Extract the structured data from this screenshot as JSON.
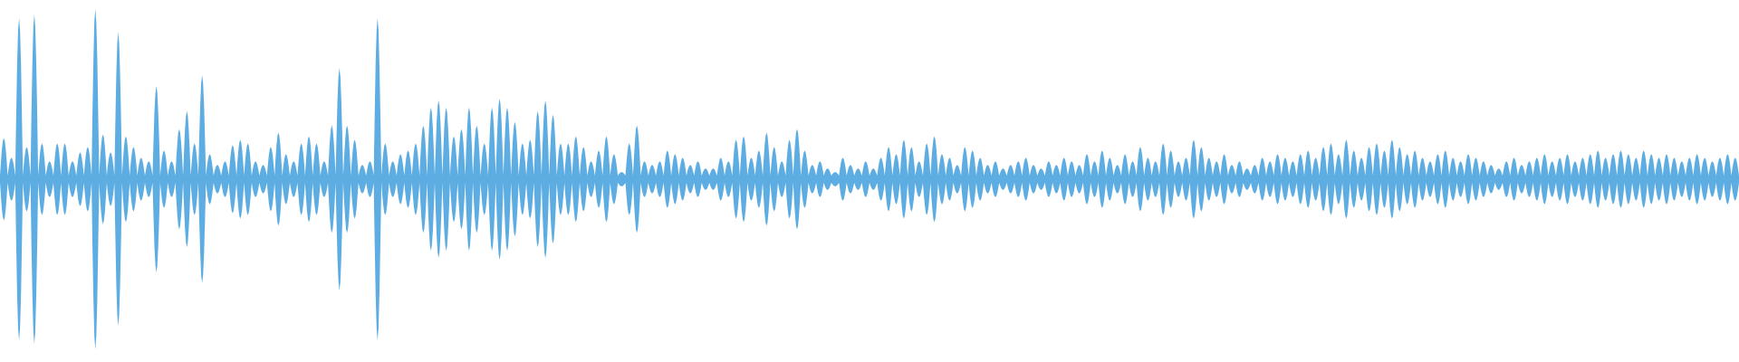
{
  "waveform": {
    "color": "#5DADE2",
    "background": "#ffffff",
    "peaks": [
      0.23,
      0.12,
      0.9,
      0.18,
      0.92,
      0.2,
      0.1,
      0.2,
      0.2,
      0.1,
      0.15,
      0.18,
      0.95,
      0.25,
      0.15,
      0.82,
      0.24,
      0.18,
      0.12,
      0.1,
      0.52,
      0.16,
      0.1,
      0.28,
      0.38,
      0.2,
      0.58,
      0.14,
      0.08,
      0.1,
      0.19,
      0.22,
      0.2,
      0.1,
      0.08,
      0.18,
      0.26,
      0.14,
      0.1,
      0.2,
      0.24,
      0.2,
      0.1,
      0.3,
      0.62,
      0.3,
      0.22,
      0.08,
      0.1,
      0.9,
      0.2,
      0.1,
      0.14,
      0.16,
      0.2,
      0.3,
      0.4,
      0.44,
      0.4,
      0.24,
      0.28,
      0.4,
      0.3,
      0.2,
      0.4,
      0.45,
      0.4,
      0.32,
      0.2,
      0.22,
      0.38,
      0.44,
      0.36,
      0.2,
      0.2,
      0.24,
      0.18,
      0.1,
      0.16,
      0.24,
      0.14,
      0.04,
      0.2,
      0.3,
      0.1,
      0.08,
      0.1,
      0.16,
      0.14,
      0.12,
      0.08,
      0.1,
      0.06,
      0.06,
      0.12,
      0.1,
      0.22,
      0.24,
      0.12,
      0.16,
      0.26,
      0.18,
      0.1,
      0.22,
      0.28,
      0.16,
      0.08,
      0.1,
      0.06,
      0.04,
      0.12,
      0.08,
      0.06,
      0.1,
      0.06,
      0.12,
      0.18,
      0.14,
      0.22,
      0.18,
      0.1,
      0.2,
      0.24,
      0.14,
      0.12,
      0.08,
      0.18,
      0.16,
      0.12,
      0.08,
      0.1,
      0.06,
      0.08,
      0.1,
      0.12,
      0.08,
      0.06,
      0.1,
      0.08,
      0.12,
      0.1,
      0.08,
      0.14,
      0.1,
      0.16,
      0.12,
      0.08,
      0.14,
      0.1,
      0.18,
      0.12,
      0.1,
      0.2,
      0.16,
      0.1,
      0.12,
      0.22,
      0.18,
      0.12,
      0.1,
      0.14,
      0.08,
      0.1,
      0.06,
      0.08,
      0.12,
      0.1,
      0.14,
      0.12,
      0.1,
      0.14,
      0.16,
      0.12,
      0.18,
      0.2,
      0.14,
      0.22,
      0.16,
      0.12,
      0.18,
      0.2,
      0.16,
      0.22,
      0.18,
      0.14,
      0.16,
      0.12,
      0.1,
      0.14,
      0.16,
      0.12,
      0.1,
      0.14,
      0.12,
      0.1,
      0.08,
      0.06,
      0.1,
      0.12,
      0.08,
      0.1,
      0.12,
      0.14,
      0.1,
      0.12,
      0.14,
      0.1,
      0.12,
      0.14,
      0.16,
      0.12,
      0.14,
      0.16,
      0.14,
      0.12,
      0.16,
      0.14,
      0.12,
      0.14,
      0.12,
      0.1,
      0.12,
      0.14,
      0.12,
      0.1,
      0.12,
      0.14,
      0.12
    ]
  }
}
